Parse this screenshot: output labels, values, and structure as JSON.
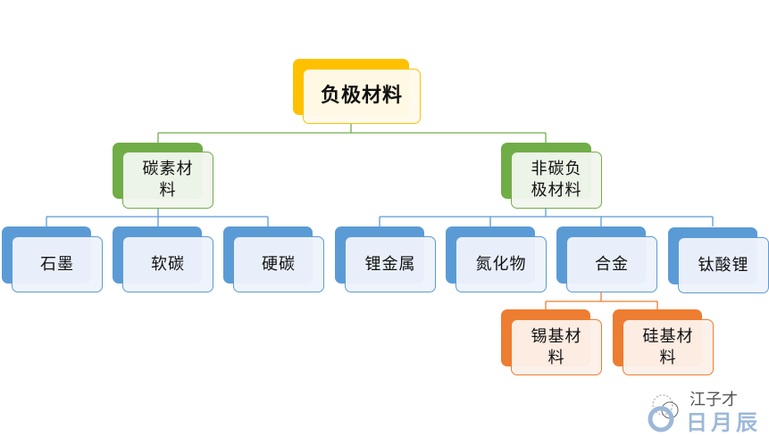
{
  "root": {
    "label": "负极材料",
    "color": "#ffc000"
  },
  "categories": [
    {
      "label": "碳素材料",
      "color": "#70ad47",
      "children": [
        {
          "label": "石墨"
        },
        {
          "label": "软碳"
        },
        {
          "label": "硬碳"
        }
      ]
    },
    {
      "label": "非碳负极材料",
      "color": "#70ad47",
      "children": [
        {
          "label": "锂金属"
        },
        {
          "label": "氮化物"
        },
        {
          "label": "合金",
          "children": [
            {
              "label": "锡基材料"
            },
            {
              "label": "硅基材料"
            }
          ]
        },
        {
          "label": "钛酸锂"
        }
      ]
    }
  ],
  "colors": {
    "level2": "#5b9bd5",
    "level3": "#ed7d31"
  },
  "watermark": {
    "line1": "江子才",
    "line2": "日月辰",
    "icon": "wechat-icon"
  }
}
